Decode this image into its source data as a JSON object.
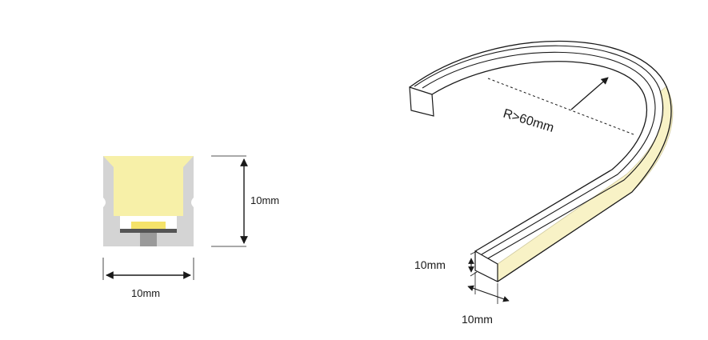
{
  "cross_section": {
    "height_label": "10mm",
    "width_label": "10mm"
  },
  "bend_view": {
    "radius_label": "R>60mm",
    "height_label": "10mm",
    "width_label": "10mm"
  },
  "colors": {
    "diffuser": "#f7f0a8",
    "led_chip": "#f5e36a",
    "housing": "#d4d4d4",
    "strip_outline": "#1a1a1a",
    "strip_glow": "#f8f2c6"
  }
}
